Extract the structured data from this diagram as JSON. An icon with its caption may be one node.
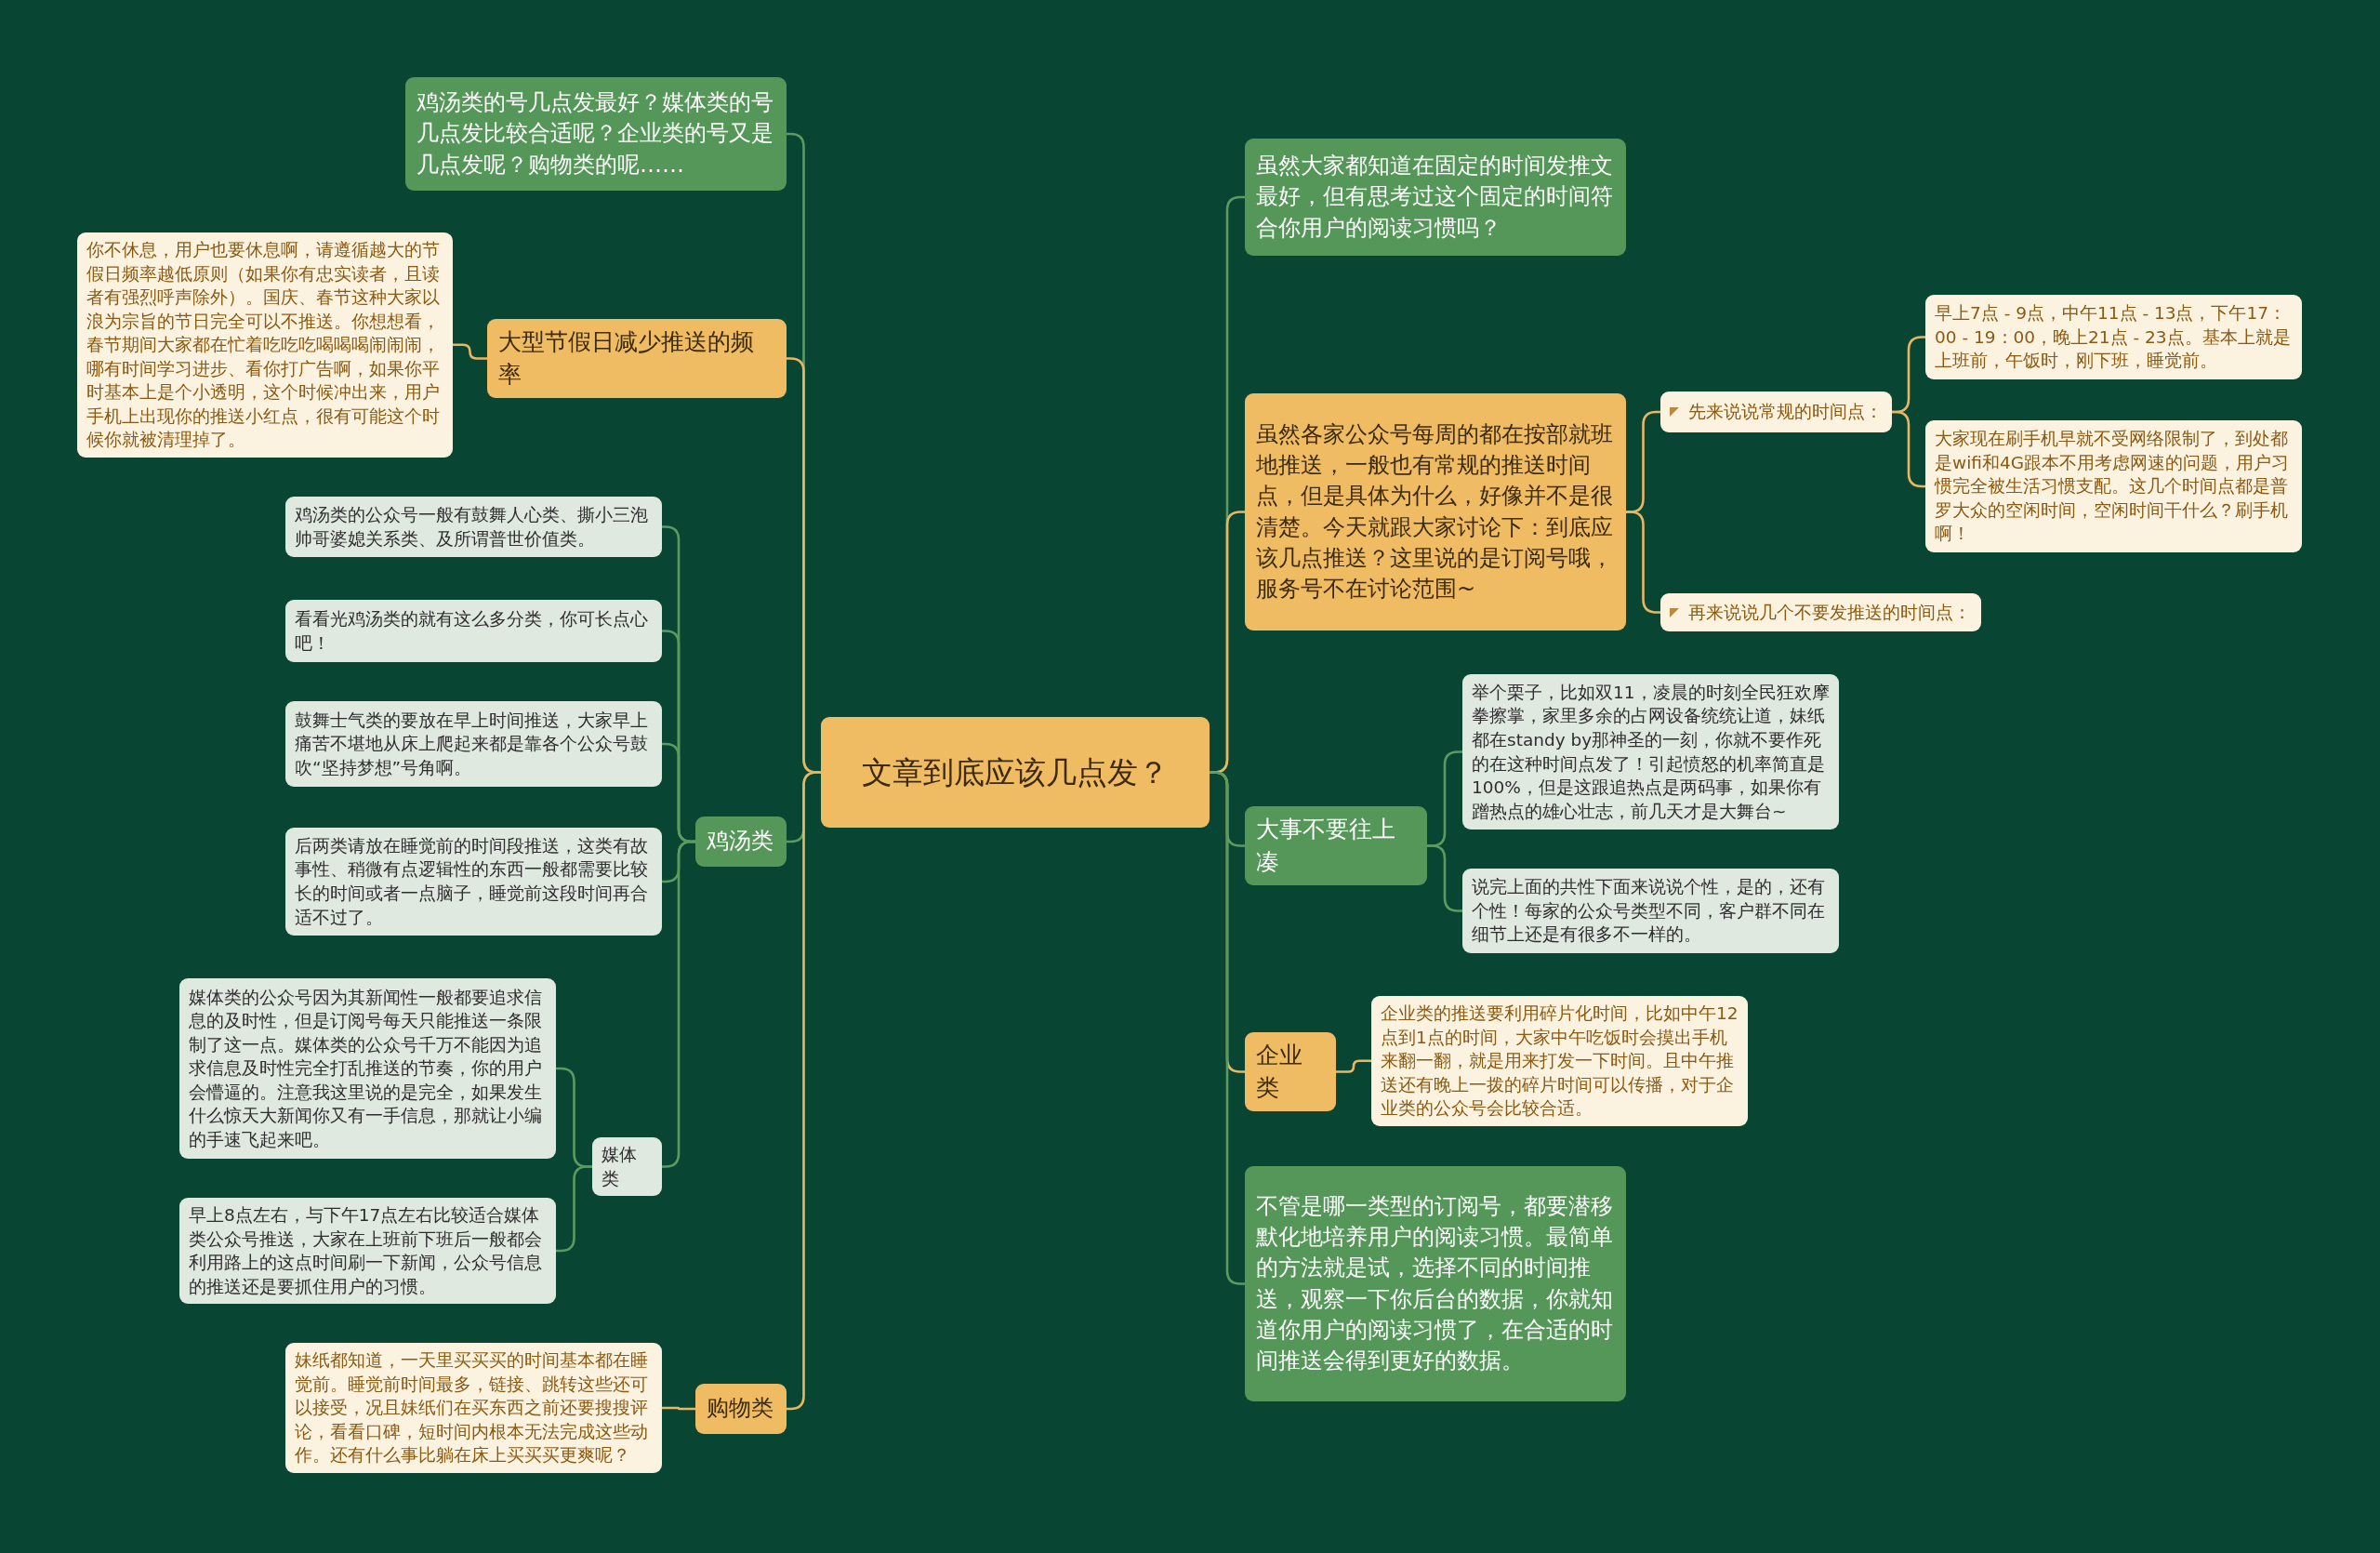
{
  "diagram": {
    "nodes": [
      {
        "text": [
          "文章到底应该几点发？"
        ]
      },
      {
        "text": [
          "鸡汤类的号几点发最好？媒体类的号几点发比较合适呢？企业类的号又是几点发呢？购物类的呢……"
        ]
      },
      {
        "text": [
          "大型节假日减少推送的频率"
        ]
      },
      {
        "text": [
          "你不休息，用户也要休息啊，请遵循越大的节假日频率越低原则（如果你有忠实读者，且读者有强烈呼声除外）。国庆、春节这种大家以浪为宗旨的节日完全可以不推送。你想想看，春节期间大家都在忙着吃吃吃喝喝喝闹闹闹，哪有时间学习进步、看你打广告啊，如果你平时基本上是个小透明，这个时候冲出来，用户手机上出现你的推送小红点，很有可能这个时候你就被清理掉了。"
        ]
      },
      {
        "text": [
          "鸡汤类"
        ]
      },
      {
        "text": [
          "鸡汤类的公众号一般有鼓舞人心类、撕小三泡帅哥婆媳关系类、及所谓普世价值类。"
        ]
      },
      {
        "text": [
          "看看光鸡汤类的就有这么多分类，你可长点心吧！"
        ]
      },
      {
        "text": [
          "鼓舞士气类的要放在早上时间推送，大家早上痛苦不堪地从床上爬起来都是靠各个公众号鼓吹“坚持梦想”号角啊。"
        ]
      },
      {
        "text": [
          "后两类请放在睡觉前的时间段推送，这类有故事性、稍微有点逻辑性的东西一般都需要比较长的时间或者一点脑子，睡觉前这段时间再合适不过了。"
        ]
      },
      {
        "text": [
          "媒体类"
        ]
      },
      {
        "text": [
          "媒体类的公众号因为其新闻性一般都要追求信息的及时性，但是订阅号每天只能推送一条限制了这一点。媒体类的公众号千万不能因为追求信息及时性完全打乱推送的节奏，你的用户会懵逼的。注意我这里说的是完全，如果发生什么惊天大新闻你又有一手信息，那就让小编的手速飞起来吧。"
        ]
      },
      {
        "text": [
          "早上8点左右，与下午17点左右比较适合媒体类公众号推送，大家在上班前下班后一般都会利用路上的这点时间刷一下新闻，公众号信息的推送还是要抓住用户的习惯。"
        ]
      },
      {
        "text": [
          "购物类"
        ]
      },
      {
        "text": [
          "妹纸都知道，一天里买买买的时间基本都在睡觉前。睡觉前时间最多，链接、跳转这些还可以接受，况且妹纸们在买东西之前还要搜搜评论，看看口碑，短时间内根本无法完成这些动作。还有什么事比躺在床上买买买更爽呢？"
        ]
      },
      {
        "text": [
          "虽然大家都知道在固定的时间发推文最好，但有思考过这个固定的时间符合你用户的阅读习惯吗？"
        ]
      },
      {
        "text": [
          "虽然各家公众号每周的都在按部就班地推送，一般也有常规的推送时间点，但是具体为什么，好像并不是很清楚。今天就跟大家讨论下：到底应该几点推送？这里说的是订阅号哦，服务号不在讨论范围~"
        ]
      },
      {
        "text": [
          "先来说说常规的时间点："
        ]
      },
      {
        "text": [
          "早上7点 - 9点，中午11点 - 13点，下午17：00 - 19：00，晚上21点 - 23点。基本上就是上班前，午饭时，刚下班，睡觉前。"
        ]
      },
      {
        "text": [
          "大家现在刷手机早就不受网络限制了，到处都是wifi和4G跟本不用考虑网速的问题，用户习惯完全被生活习惯支配。这几个时间点都是普罗大众的空闲时间，空闲时间干什么？刷手机啊！"
        ]
      },
      {
        "text": [
          "再来说说几个不要发推送的时间点："
        ]
      },
      {
        "text": [
          "大事不要往上凑"
        ]
      },
      {
        "text": [
          "举个栗子，比如双11，凌晨的时刻全民狂欢摩拳擦掌，家里多余的占网设备统统让道，妹纸都在standy by那神圣的一刻，你就不要作死的在这种时间点发了！引起愤怒的机率简直是100%，但是这跟追热点是两码事，如果你有蹭热点的雄心壮志，前几天才是大舞台~"
        ]
      },
      {
        "text": [
          "说完上面的共性下面来说说个性，是的，还有个性！每家的公众号类型不同，客户群不同在细节上还是有很多不一样的。"
        ]
      },
      {
        "text": [
          "企业类"
        ]
      },
      {
        "text": [
          "企业类的推送要利用碎片化时间，比如中午12点到1点的时间，大家中午吃饭时会摸出手机来翻一翻，就是用来打发一下时间。且中午推送还有晚上一拨的碎片时间可以传播，对于企业类的公众号会比较合适。"
        ]
      },
      {
        "text": [
          "不管是哪一类型的订阅号，都要潜移默化地培养用户的阅读习惯。最简单的方法就是试，选择不同的时间推送，观察一下你后台的数据，你就知道你用户的阅读习惯了，在合适的时间推送会得到更好的数据。"
        ]
      }
    ],
    "edges": [
      {
        "from": 0,
        "to": 1,
        "arrow": "none"
      },
      {
        "from": 0,
        "to": 2,
        "arrow": "none",
        "color": "#e9b764"
      },
      {
        "from": 2,
        "to": 3,
        "arrow": "none",
        "color": "#e9b764"
      },
      {
        "from": 0,
        "to": 4,
        "arrow": "none"
      },
      {
        "from": 4,
        "to": 5,
        "arrow": "none"
      },
      {
        "from": 4,
        "to": 6,
        "arrow": "none"
      },
      {
        "from": 4,
        "to": 7,
        "arrow": "none"
      },
      {
        "from": 4,
        "to": 8,
        "arrow": "none"
      },
      {
        "from": 4,
        "to": 9,
        "arrow": "none"
      },
      {
        "from": 9,
        "to": 10,
        "arrow": "none"
      },
      {
        "from": 9,
        "to": 11,
        "arrow": "none"
      },
      {
        "from": 0,
        "to": 12,
        "arrow": "none",
        "color": "#e9b764"
      },
      {
        "from": 12,
        "to": 13,
        "arrow": "none",
        "color": "#e9b764"
      },
      {
        "from": 0,
        "to": 14,
        "arrow": "none"
      },
      {
        "from": 0,
        "to": 15,
        "arrow": "none",
        "color": "#e9b764"
      },
      {
        "from": 15,
        "to": 16,
        "arrow": "none",
        "color": "#e9b764"
      },
      {
        "from": 16,
        "to": 17,
        "arrow": "none",
        "color": "#e9b764"
      },
      {
        "from": 16,
        "to": 18,
        "arrow": "none",
        "color": "#e9b764"
      },
      {
        "from": 15,
        "to": 19,
        "arrow": "none",
        "color": "#e9b764"
      },
      {
        "from": 0,
        "to": 20,
        "arrow": "none"
      },
      {
        "from": 20,
        "to": 21,
        "arrow": "none"
      },
      {
        "from": 20,
        "to": 22,
        "arrow": "none"
      },
      {
        "from": 0,
        "to": 23,
        "arrow": "none",
        "color": "#e9b764"
      },
      {
        "from": 23,
        "to": 24,
        "arrow": "none",
        "color": "#e9b764"
      },
      {
        "from": 0,
        "to": 25,
        "arrow": "none"
      }
    ]
  }
}
